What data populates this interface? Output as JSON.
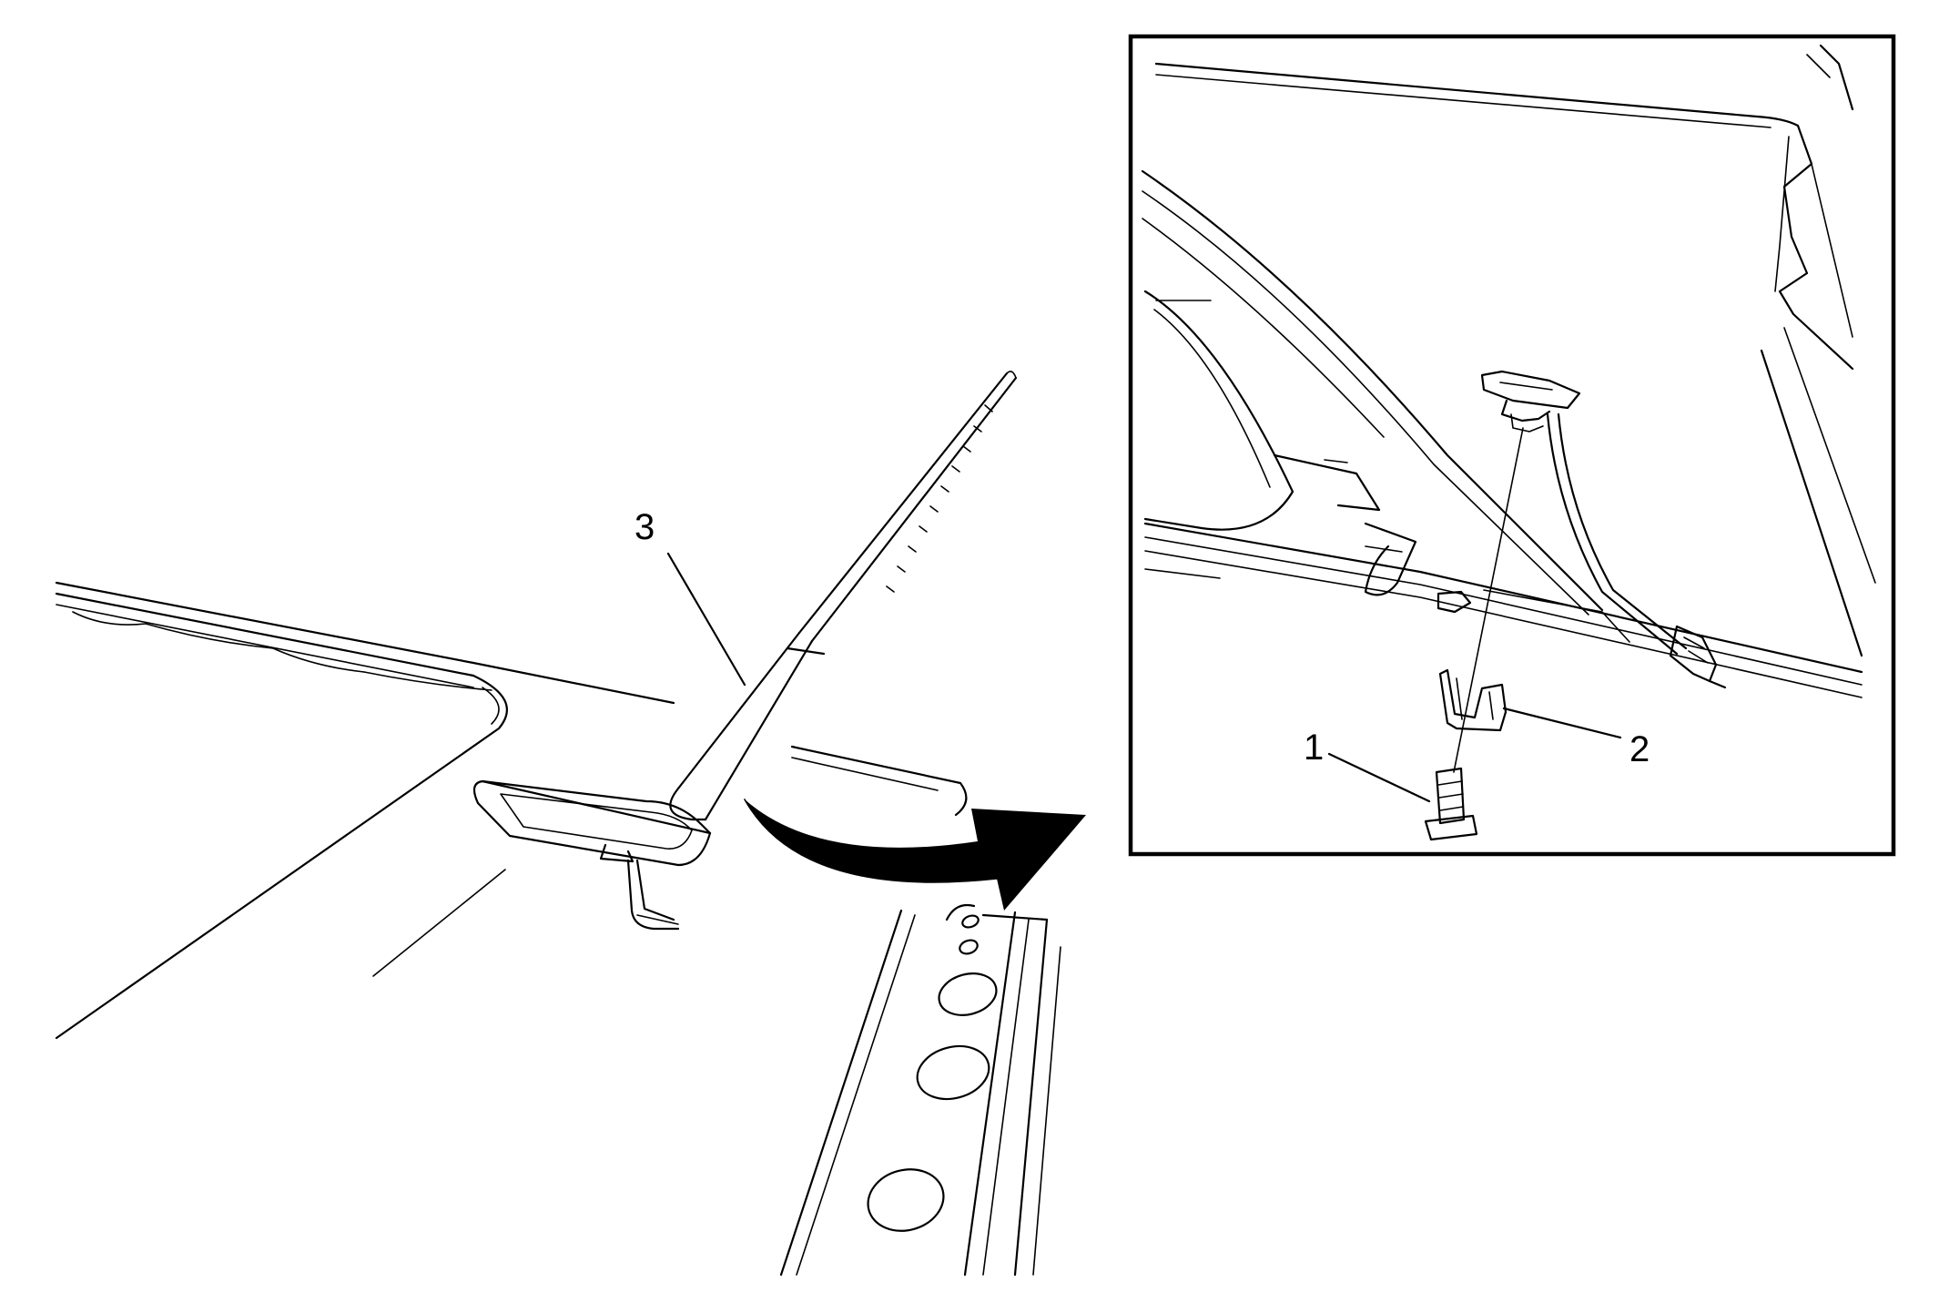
{
  "callouts": {
    "antenna": "3",
    "nut": "1",
    "clip": "2"
  },
  "colors": {
    "line": "#000000",
    "background": "#ffffff"
  }
}
